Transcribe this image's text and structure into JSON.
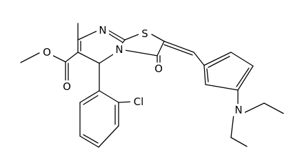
{
  "structure": {
    "atoms": {
      "n_ring": "N",
      "s_ring": "S",
      "n_fused": "N",
      "o_ketone": "O",
      "o_ester_carbonyl": "O",
      "o_ester_ether": "O",
      "cl": "Cl",
      "n_amine": "N"
    }
  },
  "colors": {
    "bond": "#000000",
    "background": "#ffffff"
  }
}
